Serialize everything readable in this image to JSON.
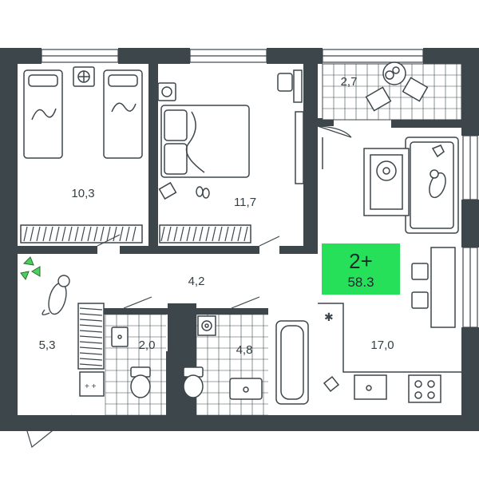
{
  "summary": {
    "rooms": "2+",
    "total_area": "58.3",
    "badge_color": "#26e05a"
  },
  "colors": {
    "wall": "#3d474b",
    "line": "#3d474b",
    "floor": "#ffffff",
    "tile": "#3d474b"
  },
  "rooms": [
    {
      "key": "bedroom_twin",
      "area": "10,3"
    },
    {
      "key": "bedroom_main",
      "area": "11,7"
    },
    {
      "key": "balcony",
      "area": "2,7"
    },
    {
      "key": "hallway",
      "area": "4,2"
    },
    {
      "key": "entrance",
      "area": "5,3"
    },
    {
      "key": "wc",
      "area": "2,0"
    },
    {
      "key": "bathroom",
      "area": "4,8"
    },
    {
      "key": "kitchen_living",
      "area": "17,0"
    }
  ],
  "icons": [
    "bed-icon",
    "fan-icon",
    "desk-icon",
    "chair-icon",
    "plant-icon",
    "cat-icon",
    "toilet-icon",
    "sink-icon",
    "bathtub-icon",
    "washer-icon",
    "stove-icon",
    "table-icon",
    "sofa-icon",
    "rug-icon",
    "slippers-icon",
    "wardrobe-icon"
  ]
}
